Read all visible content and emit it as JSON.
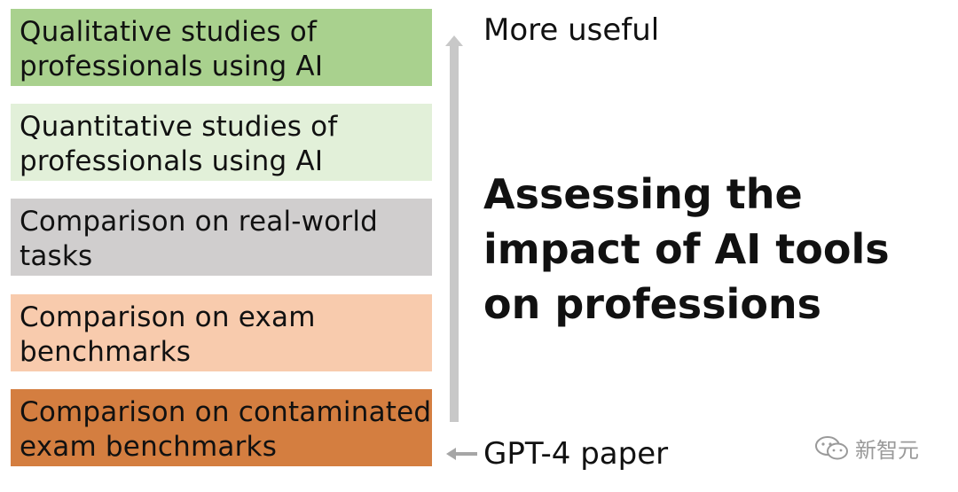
{
  "boxes": [
    {
      "label": "Qualitative studies of professionals using AI",
      "color": "#a9d18e"
    },
    {
      "label": "Quantitative studies of professionals using AI",
      "color": "#e2f0d9"
    },
    {
      "label": "Comparison on real-world tasks",
      "color": "#d0cece"
    },
    {
      "label": "Comparison on exam benchmarks",
      "color": "#f8cbad"
    },
    {
      "label": "Comparison on contaminated exam benchmarks",
      "color": "#d47e40"
    }
  ],
  "top_label": "More useful",
  "bottom_label": "GPT-4 paper",
  "title": "Assessing the impact of AI tools on professions",
  "watermark": "新智元",
  "arrow_color": "#c8c8c8",
  "watermark_icon": "wechat-icon"
}
